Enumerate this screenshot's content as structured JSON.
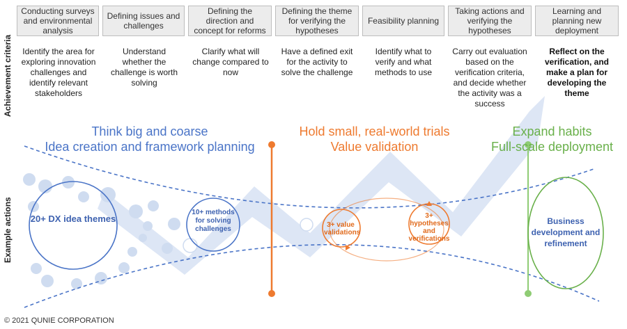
{
  "labels": {
    "criteria": "Achievement criteria",
    "examples": "Example actions"
  },
  "steps": [
    {
      "title": "Conducting surveys and environmental analysis",
      "criteria": "Identify the area for exploring innovation challenges and identify relevant stakeholders"
    },
    {
      "title": "Defining issues and challenges",
      "criteria": "Understand whether the challenge is worth solving"
    },
    {
      "title": "Defining the direction and concept for reforms",
      "criteria": "Clarify what will change compared to now"
    },
    {
      "title": "Defining the theme for verifying the hypotheses",
      "criteria": "Have a defined exit for the activity to solve the challenge"
    },
    {
      "title": "Feasibility planning",
      "criteria": "Identify what to verify and what methods to use"
    },
    {
      "title": "Taking actions and verifying the hypotheses",
      "criteria": "Carry out evaluation based on the verification criteria, and decide whether the activity was a success"
    },
    {
      "title": "Learning and planning new deployment",
      "criteria": "Reflect on the verification, and make a plan for developing the theme"
    }
  ],
  "phases": [
    {
      "line1": "Think big and coarse",
      "line2": "Idea creation and framework planning"
    },
    {
      "line1": "Hold small, real-world trials",
      "line2": "Value validation"
    },
    {
      "line1": "Expand habits",
      "line2": "Full-scale deployment"
    }
  ],
  "bubbles": {
    "dx_themes": "20+ DX idea themes",
    "methods": "10+ methods for solving challenges",
    "value_validations": "3+ value validations",
    "hypotheses": "3+ hypotheses and verifications",
    "business": "Business development and refinement"
  },
  "colors": {
    "blue": "#4a74c7",
    "orange": "#ee7a2f",
    "green": "#69b04a",
    "arrow": "#dde6f5"
  },
  "copyright": "© 2021 QUNIE CORPORATION"
}
